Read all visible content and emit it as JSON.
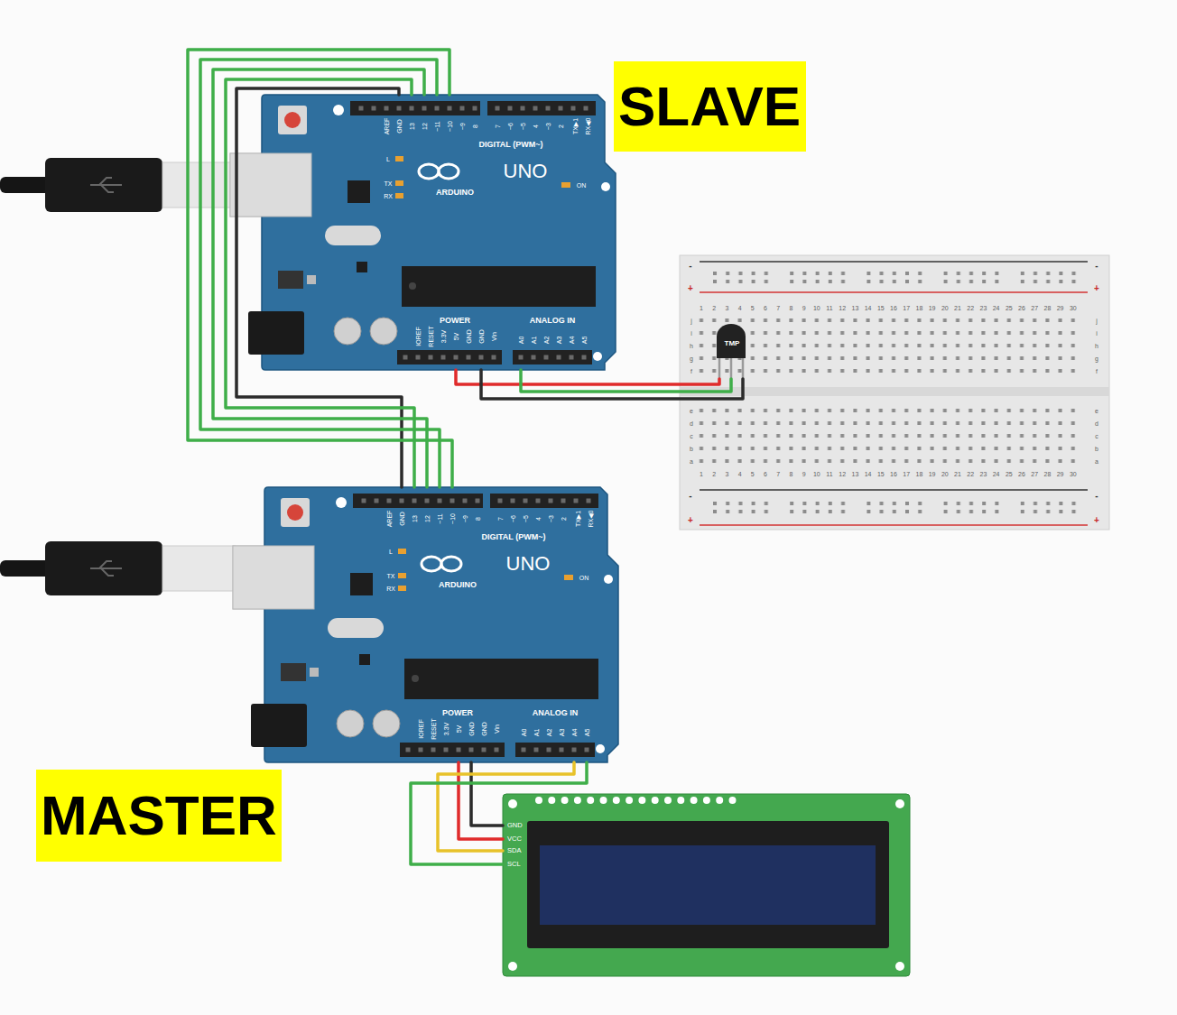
{
  "diagram": {
    "nodes": [
      {
        "text": [
          "SLAVE"
        ]
      },
      {
        "text": [
          "AREF",
          "GND",
          "13",
          "12",
          "~11",
          "~10",
          "~9",
          "8",
          "7",
          "~6",
          "~5",
          "4",
          "~3",
          "2",
          "TX▶1",
          "RX◀0",
          "DIGITAL (PWM~)",
          "L",
          "TX",
          "RX",
          "UNO",
          "ARDUINO",
          "ON",
          "IOREF",
          "RESET",
          "3.3V",
          "5V",
          "GND",
          "GND",
          "Vin",
          "POWER",
          "ANALOG IN",
          "A0",
          "A1",
          "A2",
          "A3",
          "A4",
          "A5"
        ]
      },
      {
        "text": [
          "-",
          "-",
          "+",
          "+",
          "1",
          "2",
          "3",
          "4",
          "5",
          "6",
          "7",
          "8",
          "9",
          "10",
          "11",
          "12",
          "13",
          "14",
          "15",
          "16",
          "17",
          "18",
          "19",
          "20",
          "21",
          "22",
          "23",
          "24",
          "25",
          "26",
          "27",
          "28",
          "29",
          "30",
          "j",
          "i",
          "h",
          "g",
          "f",
          "j",
          "i",
          "h",
          "g",
          "f",
          "e",
          "d",
          "c",
          "b",
          "a",
          "e",
          "d",
          "c",
          "b",
          "a",
          "1",
          "2",
          "3",
          "4",
          "5",
          "6",
          "7",
          "8",
          "9",
          "10",
          "11",
          "12",
          "13",
          "14",
          "15",
          "16",
          "17",
          "18",
          "19",
          "20",
          "21",
          "22",
          "23",
          "24",
          "25",
          "26",
          "27",
          "28",
          "29",
          "30",
          "-",
          "-",
          "+",
          "+"
        ]
      },
      {
        "text": [
          "TMP"
        ],
        "in": 2
      },
      {
        "text": [
          "AREF",
          "GND",
          "13",
          "12",
          "~11",
          "~10",
          "~9",
          "8",
          "7",
          "~6",
          "~5",
          "4",
          "~3",
          "2",
          "TX▶1",
          "RX◀0",
          "DIGITAL (PWM~)",
          "L",
          "TX",
          "RX",
          "UNO",
          "ARDUINO",
          "ON",
          "IOREF",
          "RESET",
          "3.3V",
          "5V",
          "GND",
          "GND",
          "Vin",
          "POWER",
          "ANALOG IN",
          "A0",
          "A1",
          "A2",
          "A3",
          "A4",
          "A5"
        ]
      },
      {
        "text": [
          "MASTER"
        ]
      },
      {
        "text": [
          "GND",
          "VCC",
          "SDA",
          "SCL"
        ]
      }
    ],
    "edges": [
      {
        "from": 1,
        "to": 4,
        "arrow": "none"
      },
      {
        "from": 1,
        "to": 4,
        "arrow": "none"
      },
      {
        "from": 1,
        "to": 4,
        "arrow": "none"
      },
      {
        "from": 1,
        "to": 4,
        "arrow": "none"
      },
      {
        "from": 1,
        "to": 4,
        "arrow": "none"
      },
      {
        "from": 1,
        "to": 3,
        "arrow": "none"
      },
      {
        "from": 1,
        "to": 3,
        "arrow": "none"
      },
      {
        "from": 1,
        "to": 3,
        "arrow": "none"
      },
      {
        "from": 4,
        "to": 6,
        "arrow": "none"
      },
      {
        "from": 4,
        "to": 6,
        "arrow": "none"
      },
      {
        "from": 4,
        "to": 6,
        "arrow": "none"
      },
      {
        "from": 4,
        "to": 6,
        "arrow": "none"
      }
    ]
  }
}
